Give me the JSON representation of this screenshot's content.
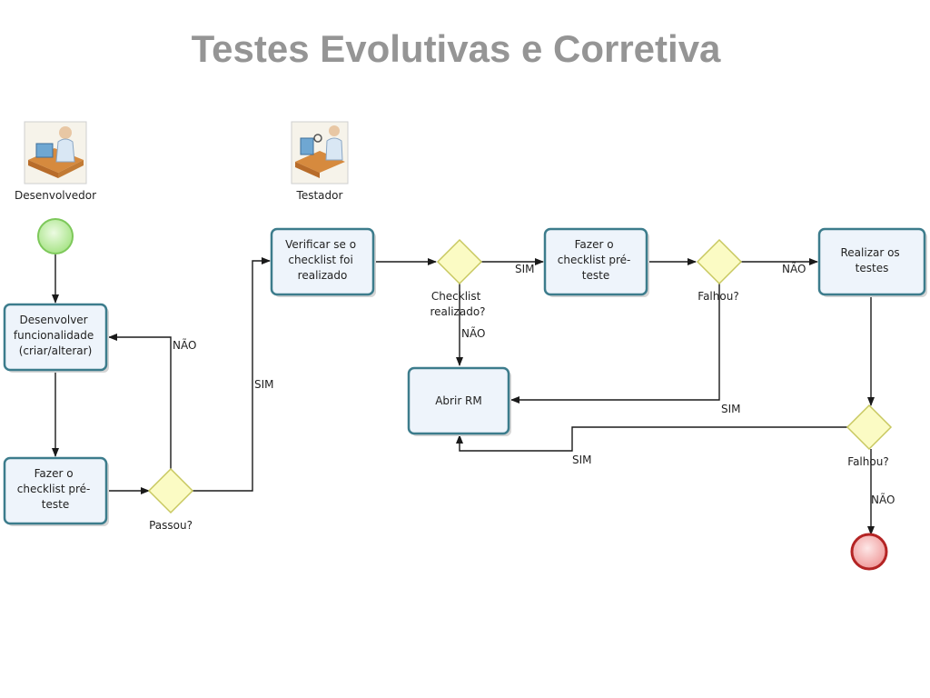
{
  "title": "Testes Evolutivas e Corretiva",
  "actors": {
    "developer": "Desenvolvedor",
    "tester": "Testador"
  },
  "tasks": {
    "develop": [
      "Desenvolver",
      "funcionalidade",
      "(criar/alterar)"
    ],
    "dev_checklist": [
      "Fazer o",
      "checklist pré-",
      "teste"
    ],
    "verify_checklist": [
      "Verificar se o",
      "checklist foi",
      "realizado"
    ],
    "tester_checklist": [
      "Fazer o",
      "checklist pré-",
      "teste"
    ],
    "run_tests": [
      "Realizar os",
      "testes"
    ],
    "open_rm": [
      "Abrir RM"
    ]
  },
  "gateways": {
    "passed": [
      "Passou?"
    ],
    "checklist_done": [
      "Checklist",
      "realizado?"
    ],
    "failed_1": [
      "Falhou?"
    ],
    "failed_2": [
      "Falhou?"
    ]
  },
  "edges": {
    "passed_no": "NÃO",
    "passed_yes": "SIM",
    "checklist_yes": "SIM",
    "checklist_no": "NÃO",
    "failed1_no": "NÃO",
    "failed1_yes": "SIM",
    "failed2_yes": "SIM",
    "failed2_no": "NÃO"
  },
  "colors": {
    "title": "#959595",
    "task_fill": "#eef4fb",
    "task_border": "#3c7c8c",
    "gateway_fill": "#fbfbc4",
    "start_event": "#9be07a",
    "end_event": "#e98a8a"
  }
}
